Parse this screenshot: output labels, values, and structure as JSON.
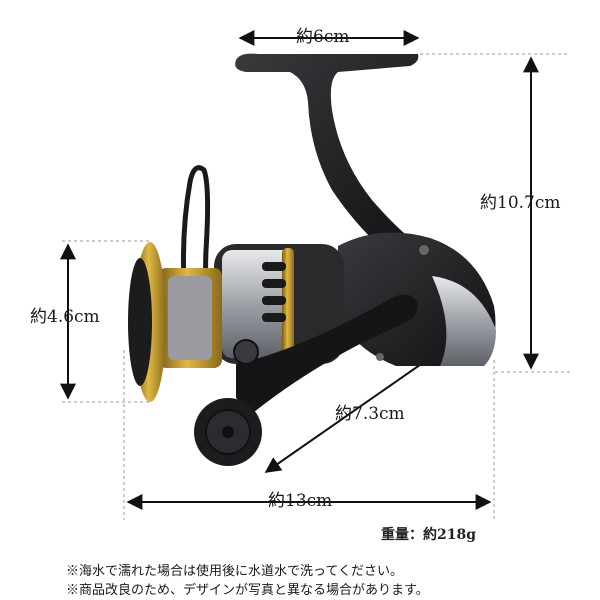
{
  "dimensions": {
    "width_top": "約6cm",
    "height_right": "約10.7cm",
    "spool_left": "約4.6cm",
    "handle_diagonal": "約7.3cm",
    "length_bottom": "約13cm"
  },
  "weight": "重量：約218g",
  "notes": [
    "※海水で濡れた場合は使用後に水道水で洗ってください。",
    "※商品改良のため、デザインが写真と異なる場合があります。"
  ],
  "colors": {
    "reel_body": "#1c1c1e",
    "gold_accent": "#c49a2c",
    "silver_cover": "#b9bcc2",
    "guide_line": "#9a9a9a"
  },
  "icons": [
    "fishing-reel-illustration"
  ]
}
